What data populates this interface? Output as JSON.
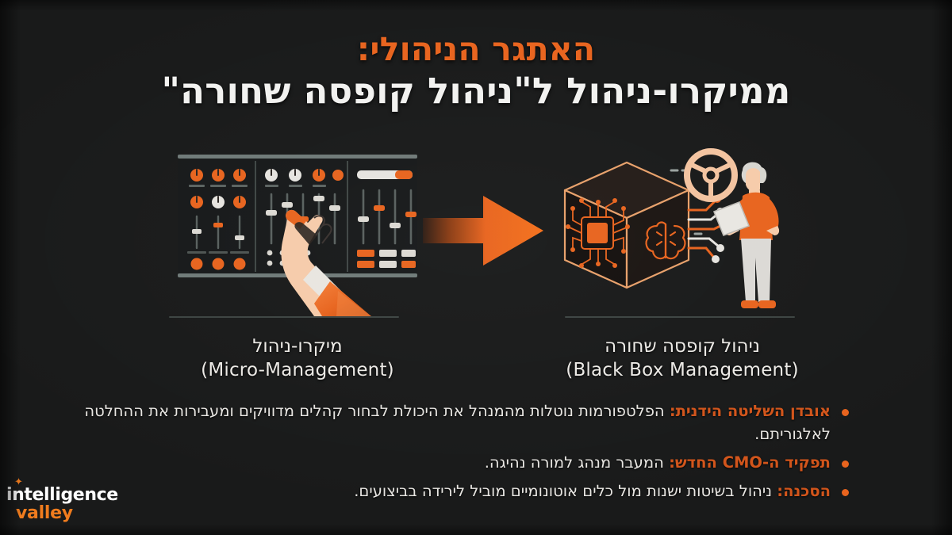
{
  "slide": {
    "background_color": "#191a1a",
    "accent_color": "#E8641E",
    "text_color": "#e9e7e3"
  },
  "title": {
    "line1": "האתגר הניהולי:",
    "line2": "ממיקרו-ניהול ל\"ניהול קופסה שחורה\""
  },
  "panels": [
    {
      "id": "micro-management",
      "illustration": "audio-mixing-console-with-hand-icon",
      "caption_he": "מיקרו-ניהול",
      "caption_en": "(Micro-Management)"
    },
    {
      "id": "black-box-management",
      "illustration": "ai-black-box-cube-with-person-icon",
      "caption_he": "ניהול קופסה שחורה",
      "caption_en": "(Black Box Management)"
    }
  ],
  "arrow": {
    "icon": "arrow-right-icon",
    "color_start": "#3a2418",
    "color_end": "#F4701B"
  },
  "bullets": [
    {
      "lead": "אובדן השליטה הידנית:",
      "body": " הפלטפורמות נוטלות מהמנהל את היכולת לבחור קהלים מדוויקים ומעבירות את ההחלטה לאלגוריתם."
    },
    {
      "lead": "תפקיד ה-CMO החדש:",
      "body": " המעבר מנהג למורה נהיגה."
    },
    {
      "lead": "הסכנה:",
      "body": " ניהול בשיטות ישנות מול כלים אוטונומיים מוביל לירידה בביצועים."
    }
  ],
  "logo": {
    "line1": "intelligence",
    "line2": "valley",
    "spark": "✦"
  }
}
